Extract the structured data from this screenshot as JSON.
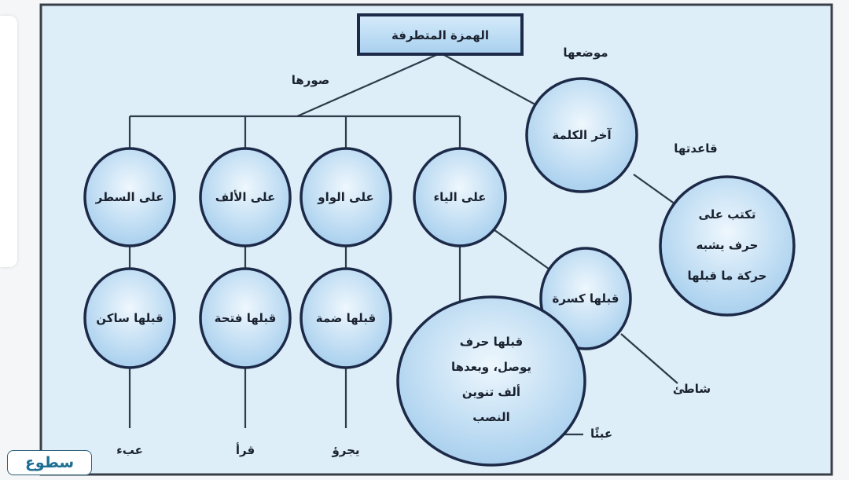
{
  "title": "الهمزة المتطرفة",
  "branch_labels": {
    "forms": "صورها",
    "position": "موضعها",
    "rule": "قاعدتها"
  },
  "position_node": "آخر الكلمة",
  "rule_node": [
    "تكتب على",
    "حرف يشبه",
    "حركة ما قبلها"
  ],
  "forms": [
    {
      "form": "على الياء",
      "condition": "قبلها كسرة",
      "example": "شاطئ"
    },
    {
      "form": "على الواو",
      "condition": "قبلها ضمة",
      "example": "يجرؤ"
    },
    {
      "form": "على الألف",
      "condition": "قبلها فتحة",
      "example": "قرأ"
    },
    {
      "form": "على السطر",
      "condition": "قبلها ساكن",
      "example": "عبء"
    }
  ],
  "special_case": {
    "lines": [
      "قبلها حرف",
      "يوصل، وبعدها",
      "ألف تنوين",
      "النصب"
    ],
    "example": "عبئًا"
  },
  "logo_text": "سطوع",
  "colors": {
    "node_fill": "#bcdcf3",
    "stroke": "#1c2a48",
    "background": "#ddeef8"
  }
}
